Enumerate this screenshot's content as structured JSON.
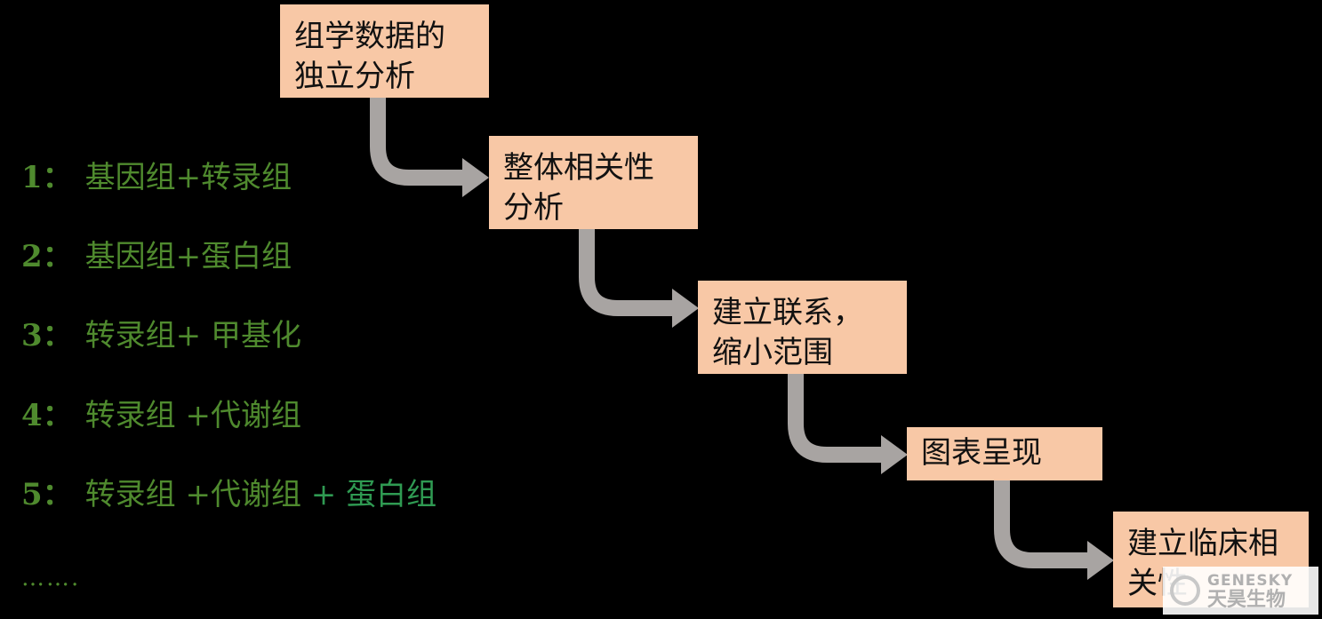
{
  "omics_list": [
    {
      "num": "1",
      "sep": "：",
      "text": "基因组+转录组",
      "extra": ""
    },
    {
      "num": "2",
      "sep": "：",
      "text": "基因组+蛋白组",
      "extra": ""
    },
    {
      "num": "3",
      "sep": "：",
      "text": "转录组+ 甲基化",
      "extra": ""
    },
    {
      "num": "4",
      "sep": "：",
      "text": "转录组 +代谢组",
      "extra": ""
    },
    {
      "num": "5",
      "sep": "：",
      "text": "转录组 +代谢组",
      "extra": "+ 蛋白组"
    }
  ],
  "ellipsis": "…….",
  "steps": [
    {
      "line1": "组学数据的",
      "line2": "独立分析"
    },
    {
      "line1": "整体相关性",
      "line2": "分析"
    },
    {
      "line1": "建立联系，",
      "line2": "缩小范围"
    },
    {
      "line1": "图表呈现",
      "line2": ""
    },
    {
      "line1": "建立临床相",
      "line2": "关性"
    }
  ],
  "colors": {
    "background": "#000000",
    "list_text": "#4f8a2e",
    "list_text_alt": "#2f9a52",
    "step_box": "#f8c8a6",
    "arrow": "#a8a4a2"
  },
  "watermark": {
    "brand_en": "GENESKY",
    "brand_cn": "天昊生物"
  }
}
